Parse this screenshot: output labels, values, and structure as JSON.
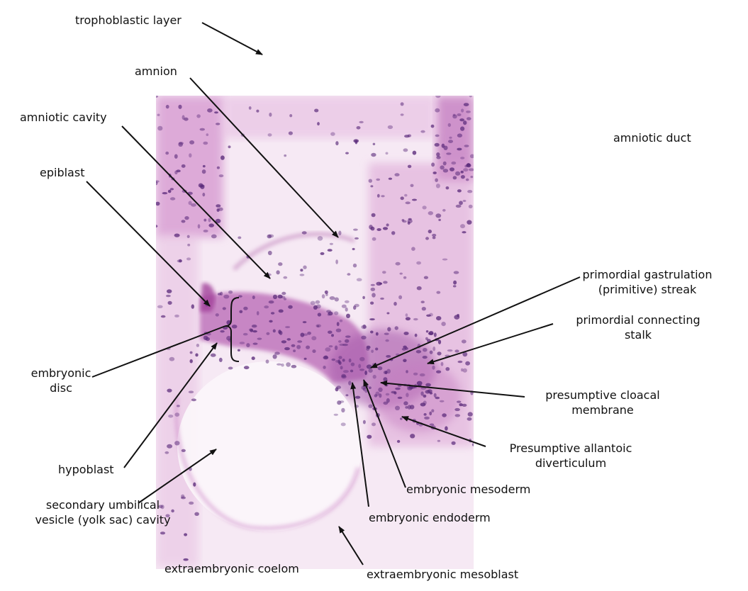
{
  "figure": {
    "labels": {
      "trophoblastic_layer": "trophoblastic layer",
      "amnion": "amnion",
      "amniotic_cavity": "amniotic cavity",
      "amniotic_duct": "amniotic duct",
      "epiblast": "epiblast",
      "primordial_streak_1": "primordial gastrulation",
      "primordial_streak_2": "(primitive) streak",
      "connecting_stalk_1": "primordial connecting",
      "connecting_stalk_2": "stalk",
      "embryonic_disc_1": "embryonic",
      "embryonic_disc_2": "disc",
      "cloacal_membrane_1": "presumptive cloacal",
      "cloacal_membrane_2": "membrane",
      "allantoic_1": "Presumptive allantoic",
      "allantoic_2": "diverticulum",
      "hypoblast": "hypoblast",
      "embryonic_mesoderm": "embryonic mesoderm",
      "yolk_sac_1": "secondary umbilical",
      "yolk_sac_2": "vesicle (yolk sac) cavity",
      "embryonic_endoderm": "embryonic endoderm",
      "extraembryonic_coelom": "extraembryonic coelom",
      "extraembryonic_mesoblast": "extraembryonic mesoblast"
    },
    "colors": {
      "background": "#ffffff",
      "tissue_light": "#f4e3f1",
      "tissue_pink": "#d99ad0",
      "tissue_magenta": "#b84fb0",
      "nuclei": "#5a2a7a",
      "text": "#111111",
      "arrow": "#111111"
    }
  }
}
